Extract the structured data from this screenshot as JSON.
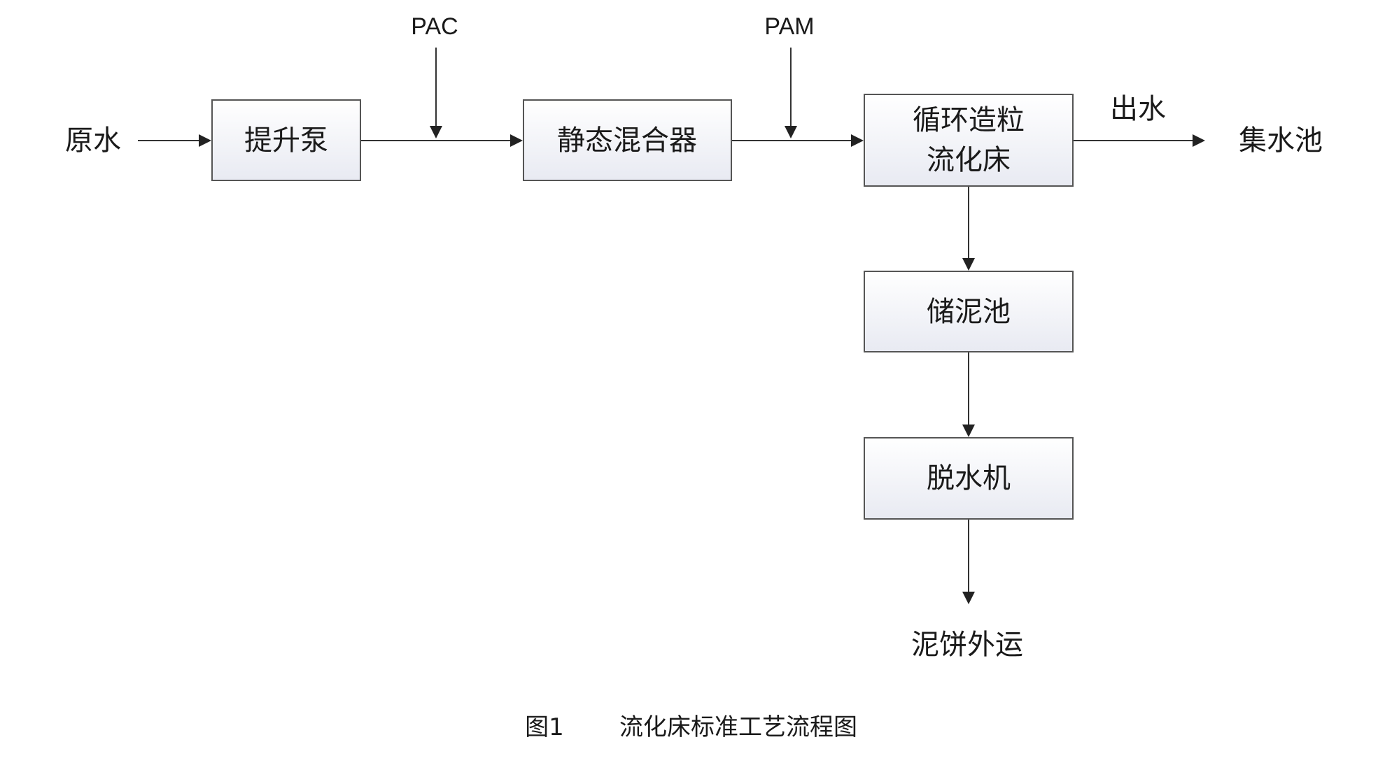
{
  "nodes": {
    "lift_pump": "提升泵",
    "static_mixer": "静态混合器",
    "fluidized_bed_line1": "循环造粒",
    "fluidized_bed_line2": "流化床",
    "sludge_storage": "储泥池",
    "dewatering": "脱水机"
  },
  "labels": {
    "raw_water": "原水",
    "pac": "PAC",
    "pam": "PAM",
    "effluent": "出水",
    "collection_tank": "集水池",
    "sludge_cake": "泥饼外运"
  },
  "caption": {
    "number": "图1",
    "title": "流化床标准工艺流程图"
  }
}
